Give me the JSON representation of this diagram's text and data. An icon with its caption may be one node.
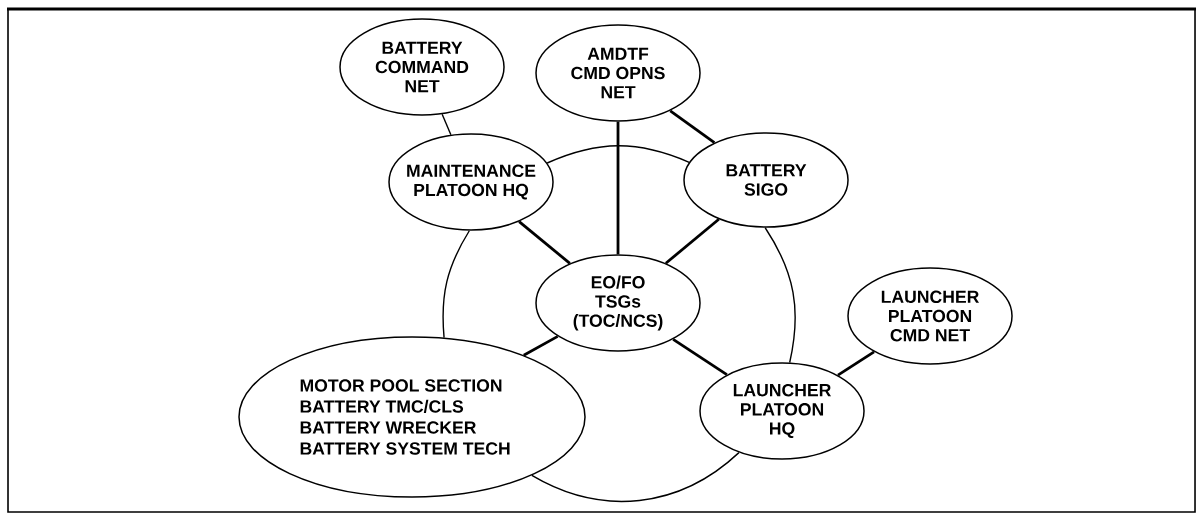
{
  "diagram": {
    "nodes": [
      {
        "text": [
          "BATTERY COMMAND NET"
        ]
      },
      {
        "text": [
          "AMDTF CMD OPNS NET"
        ]
      },
      {
        "text": [
          "MAINTENANCE PLATOON HQ"
        ]
      },
      {
        "text": [
          "BATTERY SIGO"
        ]
      },
      {
        "text": [
          "EO/FO TSGs (TOC/NCS)"
        ]
      },
      {
        "text": [
          "LAUNCHER PLATOON CMD NET"
        ]
      },
      {
        "text": [
          "MOTOR POOL SECTION BATTERY TMC/CLS BATTERY WRECKER BATTERY SYSTEM TECH"
        ]
      },
      {
        "text": [
          "LAUNCHER PLATOON HQ"
        ]
      }
    ],
    "edges": [
      {
        "from": 0,
        "to": 2,
        "arrow": "none"
      },
      {
        "from": 1,
        "to": 4,
        "arrow": "none"
      },
      {
        "from": 1,
        "to": 3,
        "arrow": "none"
      },
      {
        "from": 2,
        "to": 4,
        "arrow": "none"
      },
      {
        "from": 3,
        "to": 4,
        "arrow": "none"
      },
      {
        "from": 4,
        "to": 6,
        "arrow": "none"
      },
      {
        "from": 4,
        "to": 7,
        "arrow": "none"
      },
      {
        "from": 5,
        "to": 7,
        "arrow": "none"
      },
      {
        "from": 2,
        "to": 3,
        "arrow": "none"
      },
      {
        "from": 3,
        "to": 7,
        "arrow": "none"
      },
      {
        "from": 7,
        "to": 6,
        "arrow": "none"
      },
      {
        "from": 6,
        "to": 2,
        "arrow": "none"
      }
    ]
  }
}
